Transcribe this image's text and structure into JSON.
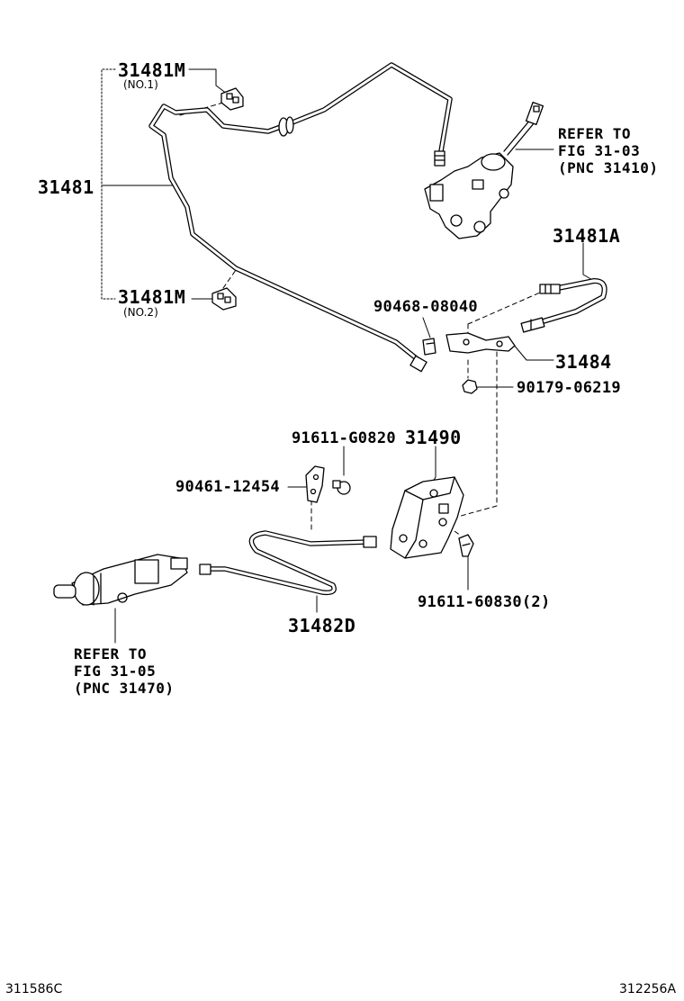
{
  "labels": {
    "p31481M_1": "31481M",
    "no1": "(NO.1)",
    "p31481": "31481",
    "p31481M_2": "31481M",
    "no2": "(NO.2)",
    "p31481A": "31481A",
    "p90468": "90468-08040",
    "p31484": "31484",
    "p90179": "90179-06219",
    "p91611G": "91611-G0820",
    "p31490": "31490",
    "p90461": "90461-12454",
    "p91611_6": "91611-60830(2)",
    "p31482D": "31482D"
  },
  "refer_master": {
    "line1": "REFER TO",
    "line2": "FIG 31-03",
    "line3": "(PNC 31410)"
  },
  "refer_release": {
    "line1": "REFER TO",
    "line2": "FIG 31-05",
    "line3": "(PNC 31470)"
  },
  "footer": {
    "left_code": "311586C",
    "right_code": "312256A"
  }
}
